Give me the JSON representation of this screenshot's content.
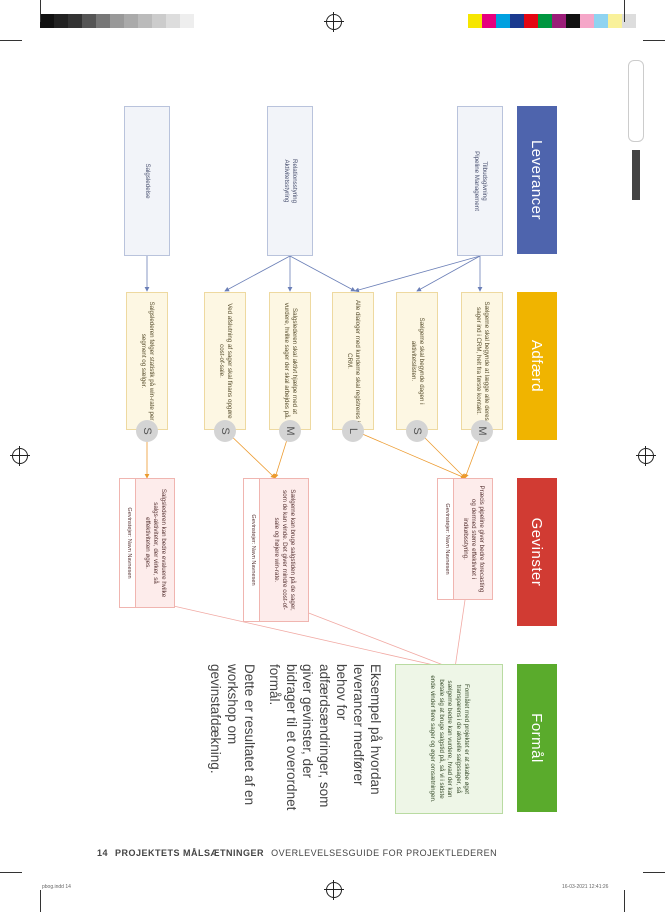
{
  "columns": {
    "leverancer": "Leverancer",
    "adfaerd": "Adfærd",
    "gevinster": "Gevinster",
    "formaal": "Formål"
  },
  "colors": {
    "leverancer": "#4e64ad",
    "adfaerd": "#f0b400",
    "gevinster": "#d13b33",
    "formaal": "#5aab2c",
    "arrow_blue": "#6b7fb7",
    "arrow_orange": "#ec9a2e",
    "arrow_pink": "#f1a9a3"
  },
  "leverancer": [
    "Tilbudsgivning\nPipeline Management",
    "Relationsstyring\nAktivitetsstyring",
    "Salgsledelse"
  ],
  "adfaerd": [
    "Sælgerne skal begynde at lægge alle deres sager ind i CRM, helt fra første kontakt.",
    "Sælgerne skal begynde dagen i aktivitetslisten.",
    "Alle dialoger med kunderne skal registreres i CRM.",
    "Salgslederen skal aktivt hjælpe med at vurdere, hvilke sager der skal arbejdes på.",
    "Ved afslutning af sager skal finans opgøre cost-of-sale.",
    "Salgslederen følger statistik på win-rate per segment og sælger."
  ],
  "ratings": [
    "M",
    "S",
    "L",
    "M",
    "S",
    "S"
  ],
  "gevinster": [
    {
      "text": "Præcis pipeline giver bedre forecasting og dermed større effektivitet i indkøbsstyring.",
      "owner": "Gevinstejer: Navn Navnesen"
    },
    {
      "text": "Sælgerne kan bruge salgstiden på de sager, som de kan vinde. Det giver mindre cost-of-sale og højere win-rate.",
      "owner": "Gevinstejer: Navn Navnesen"
    },
    {
      "text": "Salgslederen kan bedre evaluere hvilke salgs-aktiviteter, der virker, så effektiviteten øges.",
      "owner": "Gevinstejer: Navn Navnesen"
    }
  ],
  "formaal": "Formålet med projektet er at skabe øget transparens i de aktuelle salgssager, så sælgerne bedre kan vurdere, hvad der kan betale sig at bruge salgstid på, så vi i sidste ende vinder flere sager og øger omsætningen.",
  "side_text": {
    "p1": "Eksempel på hvordan leverancer medfører behov for adfærdsændringer, som giver gevinster, der bidrager til et overordnet formål.",
    "p2": "Dette er resultatet af en workshop om gevinstafdækning."
  },
  "footer": {
    "page": "14",
    "title": "PROJEKTETS MÅLSÆTNINGER",
    "subtitle": "OVERLEVELSESGUIDE FOR PROJEKTLEDEREN"
  },
  "slug": {
    "file": "pbog.indd   14",
    "timestamp": "16-03-2021   12:41:26"
  }
}
